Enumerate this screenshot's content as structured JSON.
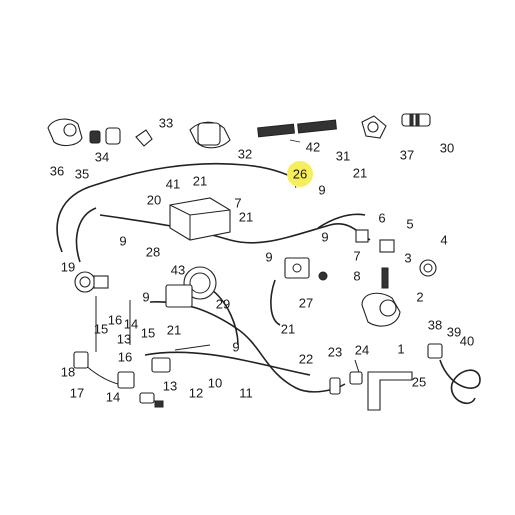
{
  "diagram": {
    "highlight_color": "#f7ef5a",
    "labels": [
      {
        "id": "36",
        "text": "36"
      },
      {
        "id": "35",
        "text": "35"
      },
      {
        "id": "34",
        "text": "34"
      },
      {
        "id": "33",
        "text": "33"
      },
      {
        "id": "32",
        "text": "32"
      },
      {
        "id": "42",
        "text": "42"
      },
      {
        "id": "31",
        "text": "31"
      },
      {
        "id": "37",
        "text": "37"
      },
      {
        "id": "30",
        "text": "30"
      },
      {
        "id": "26",
        "text": "26",
        "highlighted": true
      },
      {
        "id": "21a",
        "text": "21"
      },
      {
        "id": "21b",
        "text": "21"
      },
      {
        "id": "21c",
        "text": "21"
      },
      {
        "id": "21d",
        "text": "21"
      },
      {
        "id": "21e",
        "text": "21"
      },
      {
        "id": "20",
        "text": "20"
      },
      {
        "id": "41",
        "text": "41"
      },
      {
        "id": "7a",
        "text": "7"
      },
      {
        "id": "7b",
        "text": "7"
      },
      {
        "id": "9a",
        "text": "9"
      },
      {
        "id": "9b",
        "text": "9"
      },
      {
        "id": "9c",
        "text": "9"
      },
      {
        "id": "9d",
        "text": "9"
      },
      {
        "id": "9e",
        "text": "9"
      },
      {
        "id": "9f",
        "text": "9"
      },
      {
        "id": "6",
        "text": "6"
      },
      {
        "id": "5",
        "text": "5"
      },
      {
        "id": "4",
        "text": "4"
      },
      {
        "id": "3",
        "text": "3"
      },
      {
        "id": "2",
        "text": "2"
      },
      {
        "id": "1",
        "text": "1"
      },
      {
        "id": "8",
        "text": "8"
      },
      {
        "id": "27",
        "text": "27"
      },
      {
        "id": "28",
        "text": "28"
      },
      {
        "id": "19",
        "text": "19"
      },
      {
        "id": "43",
        "text": "43"
      },
      {
        "id": "29",
        "text": "29"
      },
      {
        "id": "15a",
        "text": "15"
      },
      {
        "id": "15b",
        "text": "15"
      },
      {
        "id": "16a",
        "text": "16"
      },
      {
        "id": "16b",
        "text": "16"
      },
      {
        "id": "14a",
        "text": "14"
      },
      {
        "id": "14b",
        "text": "14"
      },
      {
        "id": "13a",
        "text": "13"
      },
      {
        "id": "13b",
        "text": "13"
      },
      {
        "id": "18",
        "text": "18"
      },
      {
        "id": "17",
        "text": "17"
      },
      {
        "id": "12",
        "text": "12"
      },
      {
        "id": "10",
        "text": "10"
      },
      {
        "id": "11",
        "text": "11"
      },
      {
        "id": "22",
        "text": "22"
      },
      {
        "id": "23",
        "text": "23"
      },
      {
        "id": "24",
        "text": "24"
      },
      {
        "id": "25",
        "text": "25"
      },
      {
        "id": "38",
        "text": "38"
      },
      {
        "id": "39",
        "text": "39"
      },
      {
        "id": "40",
        "text": "40"
      }
    ]
  }
}
